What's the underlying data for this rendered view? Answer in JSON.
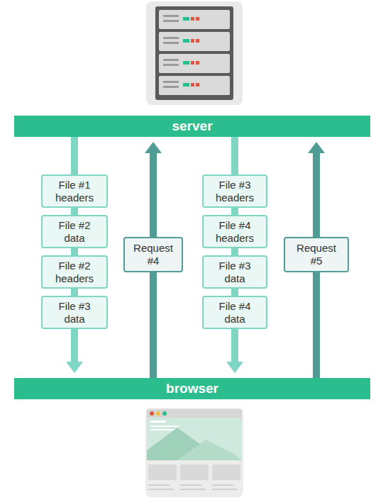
{
  "diagram": {
    "nodes": [
      {
        "text": [
          "server"
        ]
      },
      {
        "text": [
          "File #1 headers"
        ]
      },
      {
        "text": [
          "File #2 data"
        ]
      },
      {
        "text": [
          "File #2 headers"
        ]
      },
      {
        "text": [
          "File #3 data"
        ]
      },
      {
        "text": [
          "Request #4"
        ]
      },
      {
        "text": [
          "File #3 headers"
        ]
      },
      {
        "text": [
          "File #4 headers"
        ]
      },
      {
        "text": [
          "File #3 data"
        ]
      },
      {
        "text": [
          "File #4 data"
        ]
      },
      {
        "text": [
          "Request #5"
        ]
      },
      {
        "text": [
          "browser"
        ]
      }
    ],
    "edges": [
      {
        "from": 0,
        "to": 11,
        "arrow": "to"
      },
      {
        "from": 11,
        "to": 0,
        "arrow": "to"
      },
      {
        "from": 0,
        "to": 11,
        "arrow": "to"
      },
      {
        "from": 11,
        "to": 0,
        "arrow": "to"
      }
    ]
  }
}
